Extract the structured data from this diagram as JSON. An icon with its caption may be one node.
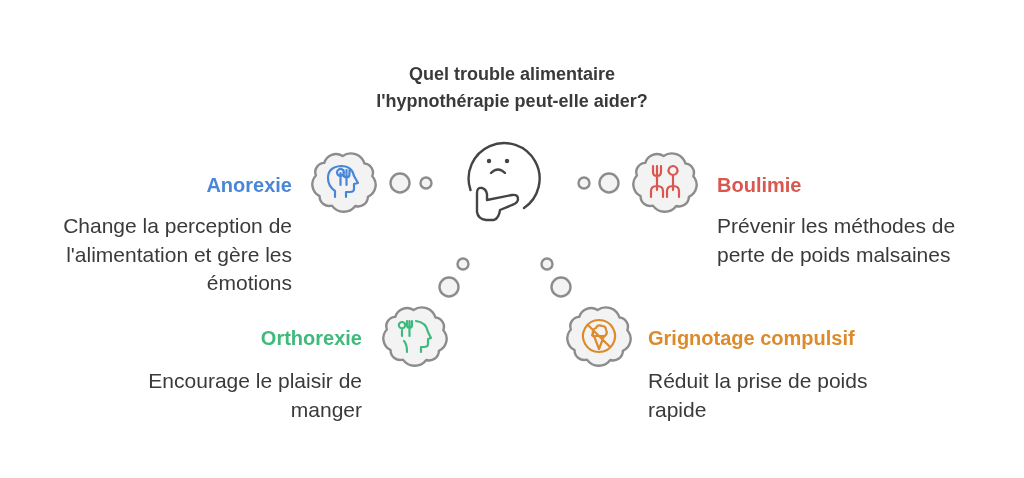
{
  "diagram": {
    "title": "Quel trouble alimentaire l'hypnothérapie peut-elle aider?",
    "nodes": [
      {
        "text": [
          "Anorexie",
          "Change la perception de l'alimentation et gère les émotions"
        ]
      },
      {
        "text": [
          "Boulimie",
          "Prévenir les méthodes de perte de poids malsaines"
        ]
      },
      {
        "text": [
          "Orthorexie",
          "Encourage le plaisir de manger"
        ]
      },
      {
        "text": [
          "Grignotage compulsif",
          "Réduit la prise de poids rapide"
        ]
      }
    ]
  }
}
